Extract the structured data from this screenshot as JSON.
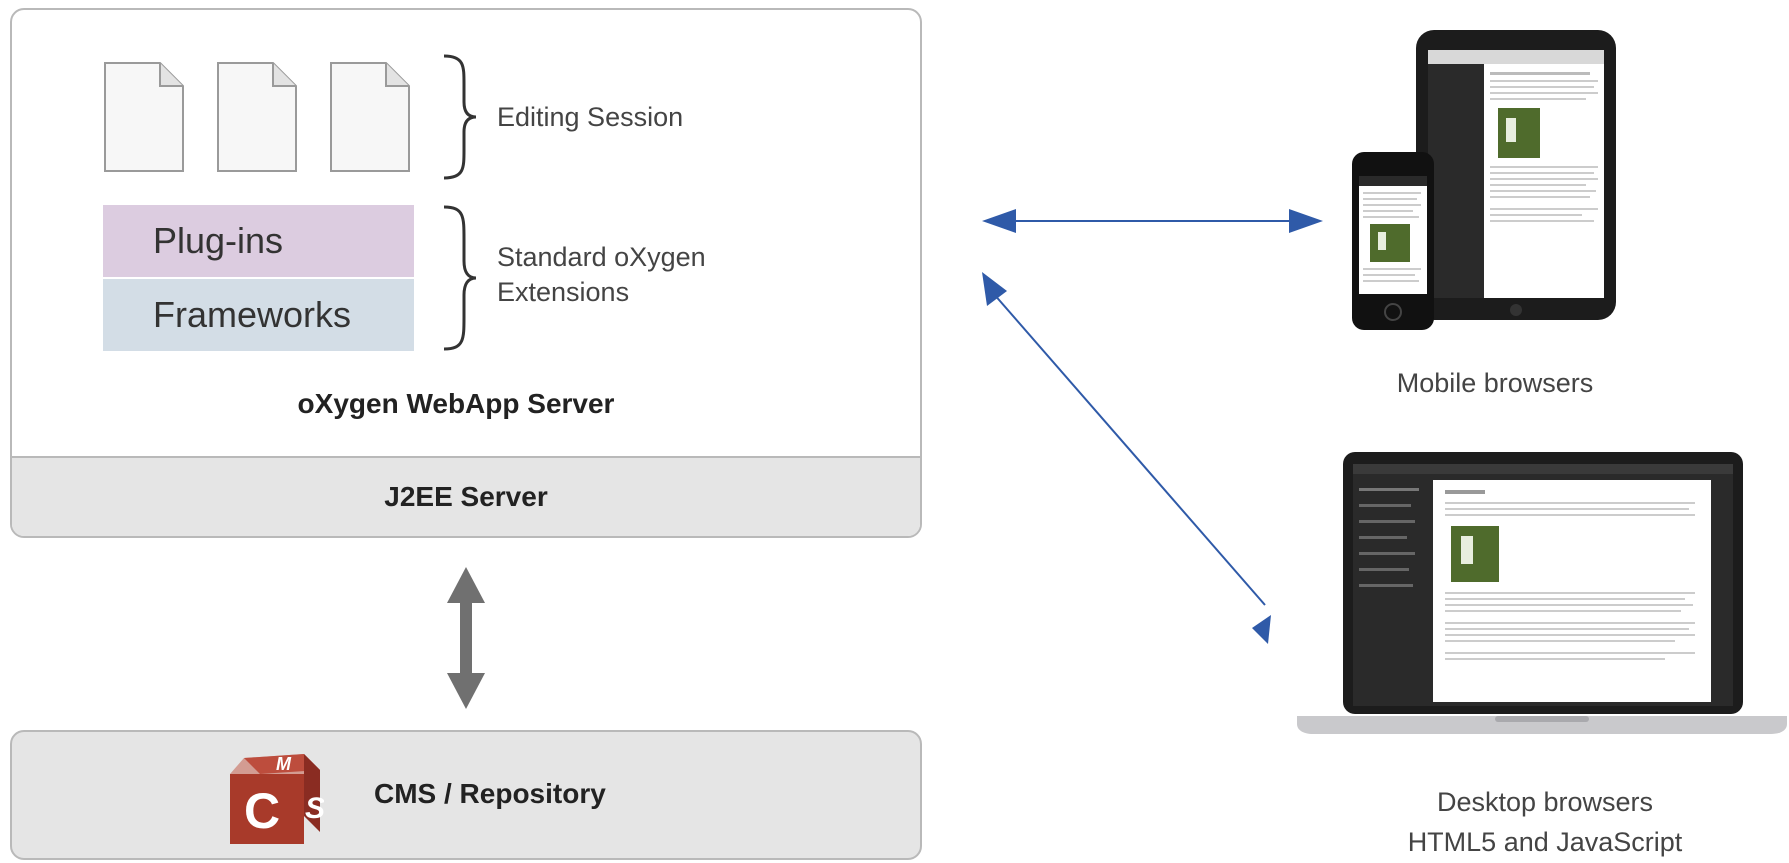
{
  "server": {
    "webapp_label": "oXygen WebApp Server",
    "j2ee_label": "J2EE Server",
    "plugins_label": "Plug-ins",
    "frameworks_label": "Frameworks",
    "editing_session_label": "Editing Session",
    "extensions_label_line1": "Standard oXygen",
    "extensions_label_line2": "Extensions"
  },
  "cms": {
    "label": "CMS / Repository",
    "logo_letters": "MCS"
  },
  "clients": {
    "mobile_label": "Mobile browsers",
    "desktop_label_line1": "Desktop browsers",
    "desktop_label_line2": "HTML5 and JavaScript"
  },
  "colors": {
    "plugins_bg": "#dccce0",
    "frameworks_bg": "#d3dde6",
    "band_bg": "#e5e5e5",
    "arrow_blue": "#2f5aa8",
    "arrow_gray": "#707070",
    "cube_red": "#a83a2a"
  },
  "icons": [
    "document-icon",
    "curly-brace-icon",
    "double-arrow-icon",
    "cms-cube-icon",
    "tablet-phone-icon",
    "laptop-icon"
  ]
}
